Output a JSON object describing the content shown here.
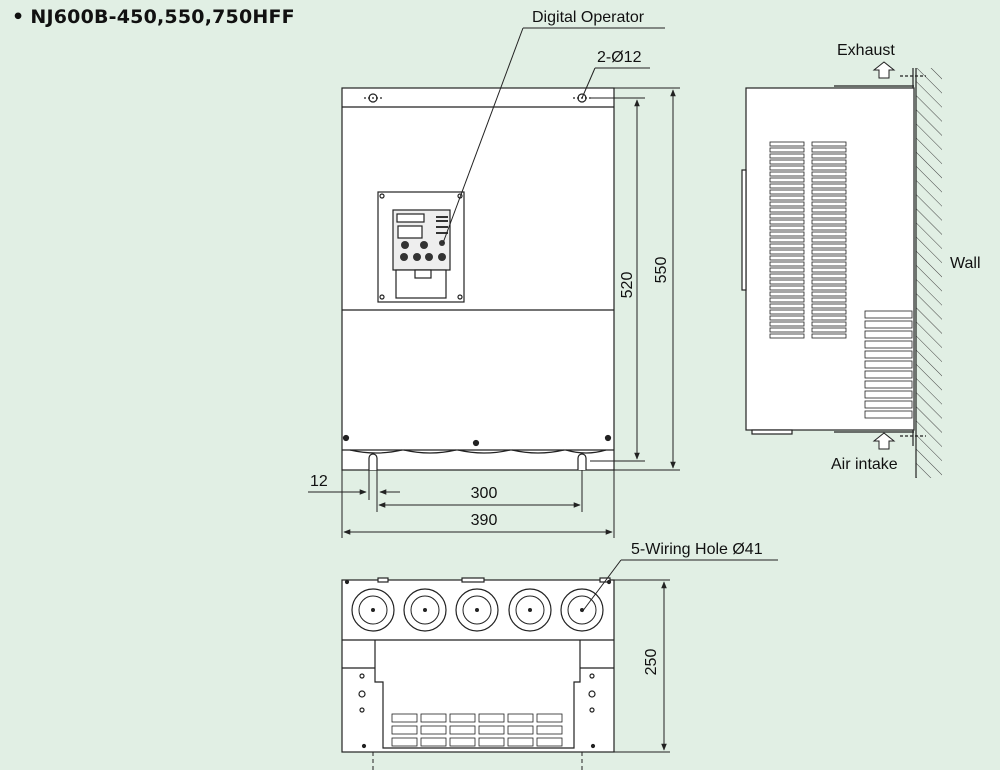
{
  "title": "NJ600B-450,550,750HFF",
  "labels": {
    "digital_operator": "Digital Operator",
    "mount_holes": "2-Ø12",
    "exhaust": "Exhaust",
    "wall": "Wall",
    "air_intake": "Air intake",
    "wiring_hole": "5-Wiring Hole Ø41"
  },
  "dimensions": {
    "height_inner": "520",
    "height_outer": "550",
    "hole_offset": "12",
    "hole_pitch": "300",
    "width": "390",
    "depth": "250"
  },
  "colors": {
    "background": "#e1efe4",
    "panel": "#ffffff",
    "line": "#222222"
  }
}
